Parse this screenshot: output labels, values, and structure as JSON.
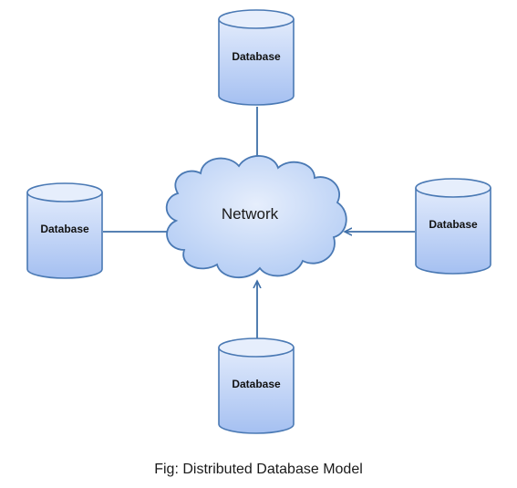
{
  "network": {
    "label": "Network"
  },
  "databases": [
    {
      "id": "top",
      "label": "Database"
    },
    {
      "id": "left",
      "label": "Database"
    },
    {
      "id": "right",
      "label": "Database"
    },
    {
      "id": "bottom",
      "label": "Database"
    }
  ],
  "caption": "Fig: Distributed Database Model",
  "colors": {
    "fill_light": "#dbe6fb",
    "fill_dark": "#a9c3f2",
    "stroke": "#4a79b4",
    "arrow": "#3f6fa8"
  }
}
